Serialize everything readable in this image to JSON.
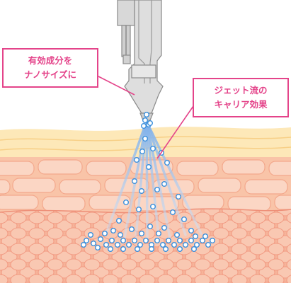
{
  "callouts": {
    "left": {
      "line1": "有効成分を",
      "line2": "ナノサイズに"
    },
    "right": {
      "line1": "ジェット流の",
      "line2": "キャリア効果"
    }
  },
  "colors": {
    "accent": "#e4448a",
    "stratum_corneum": "#fde8b8",
    "epidermis": "#f9c4a8",
    "dermis": "#f6b49a",
    "particle_stroke": "#3a8fdc",
    "jet_stream": "#8fb8e8",
    "device": "#d6d6d6"
  },
  "icons": {
    "particle": "nano-particle-icon",
    "device": "jet-nozzle-icon"
  }
}
